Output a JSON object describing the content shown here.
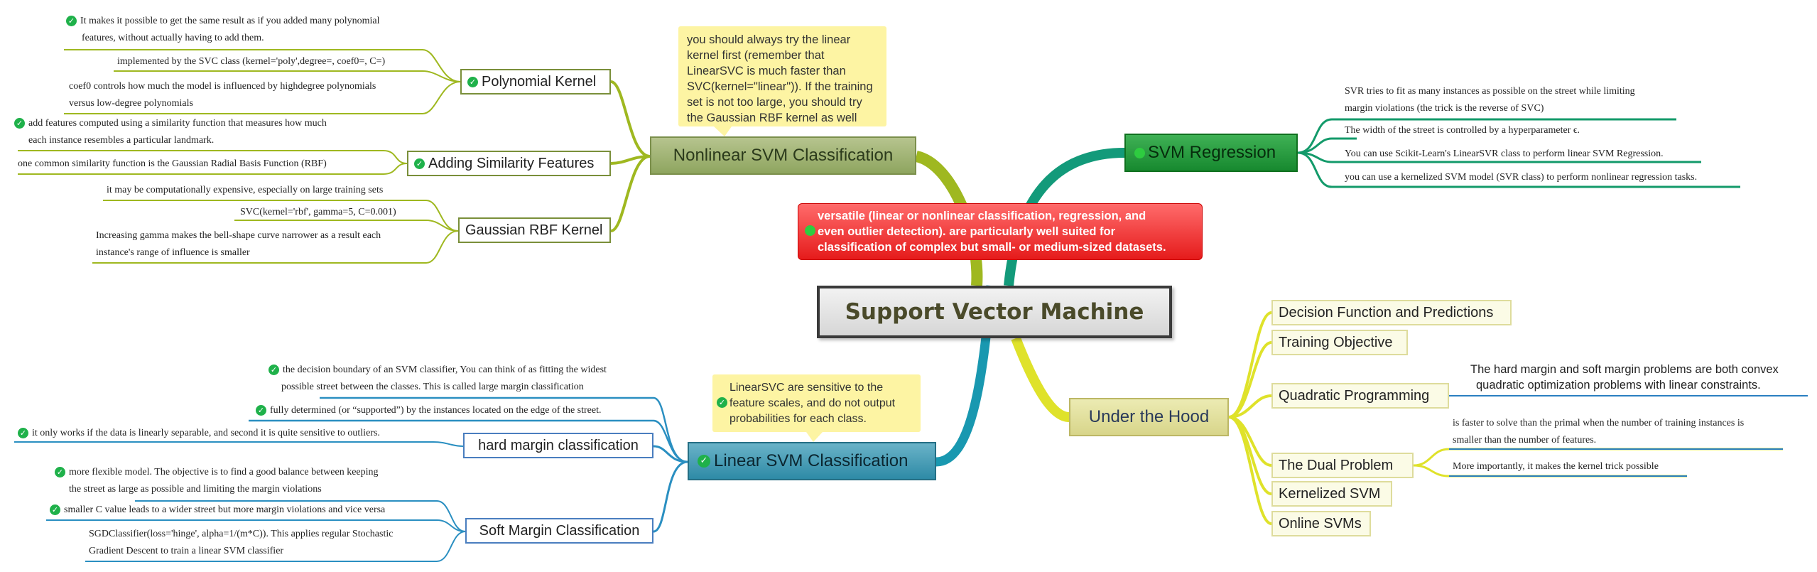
{
  "center": {
    "title": "Support Vector Machine"
  },
  "intro": {
    "text_line1": "versatile (linear or nonlinear classification, regression, and",
    "text_line2": "even outlier detection). are particularly well suited for",
    "text_line3": "classification of complex but small- or medium-sized datasets."
  },
  "nonlinear": {
    "title": "Nonlinear SVM Classification",
    "note": [
      "you should always try the linear",
      "kernel first (remember that",
      "LinearSVC is much faster than",
      "SVC(kernel=\"linear\")). If the training",
      "set is not too large, you should try",
      "the Gaussian RBF kernel as well"
    ],
    "polynomial": {
      "title": "Polynomial Kernel",
      "items": [
        "It makes it possible to get the same result as if you added many polynomial",
        "features, without actually having to add them.",
        "implemented by the SVC class (kernel='poly',degree=, coef0=, C=)",
        "coef0 controls how much the model is influenced by highdegree polynomials",
        "versus low-degree polynomials"
      ]
    },
    "similarity": {
      "title": "Adding Similarity Features",
      "items": [
        "add features computed using a similarity function that measures how much",
        "each instance resembles a particular landmark.",
        "one common similarity function is  the Gaussian Radial Basis Function (RBF)"
      ]
    },
    "rbf": {
      "title": "Gaussian RBF Kernel",
      "items": [
        "it may be computationally expensive, especially on large training sets",
        "SVC(kernel='rbf', gamma=5, C=0.001)",
        "Increasing gamma makes the bell-shape curve narrower as a result each",
        "instance's range of influence is smaller"
      ]
    }
  },
  "linear": {
    "title": "Linear SVM Classification",
    "note": [
      "LinearSVC  are sensitive to the",
      "feature scales, and do not output",
      "probabilities for each class."
    ],
    "items": [
      "the decision boundary of an SVM classifier, You can think of as fitting the widest",
      "possible street between the classes. This is called large margin classification",
      "fully determined (or “supported”) by the instances located on the edge of the street."
    ],
    "hard": {
      "title": "hard margin classification",
      "items": [
        "it only works if the data is linearly separable, and second it is quite sensitive to outliers."
      ]
    },
    "soft": {
      "title": "Soft Margin Classification",
      "items": [
        "more flexible model. The objective is to find a good balance between keeping",
        "the street as large as possible and limiting the margin violations",
        "smaller C value leads to a wider street but more margin violations and vice versa",
        "SGDClassifier(loss='hinge', alpha=1/(m*C)). This applies regular Stochastic",
        "Gradient Descent to train a linear SVM classifier"
      ]
    }
  },
  "regression": {
    "title": "SVM Regression",
    "items": [
      "SVR tries to fit as many instances as possible on the street while limiting",
      "margin violations (the trick is the reverse of SVC)",
      "The width of the street is controlled by a hyperparameter ϵ.",
      "You can use Scikit-Learn's LinearSVR class to perform linear SVM Regression.",
      "you can use a kernelized SVM model (SVR class) to perform nonlinear regression tasks."
    ]
  },
  "hood": {
    "title": "Under the Hood",
    "subs": [
      "Decision Function and Predictions",
      "Training Objective",
      "Quadratic Programming",
      "The Dual Problem",
      "Kernelized SVM",
      "Online SVMs"
    ],
    "qp_text": [
      "The hard margin and soft margin problems are both convex",
      "quadratic optimization problems with linear constraints."
    ],
    "dual_text": [
      "is faster to solve than the primal when the number of training instances is",
      "smaller than the number of features.",
      "More importantly, it makes the kernel trick possible"
    ]
  },
  "colors": {
    "olive": "#9fb82a",
    "teal": "#13a3a5",
    "green": "#139a6a",
    "yellow": "#dfe22a",
    "blue": "#2a7fc1",
    "red": "#e82a2a"
  }
}
